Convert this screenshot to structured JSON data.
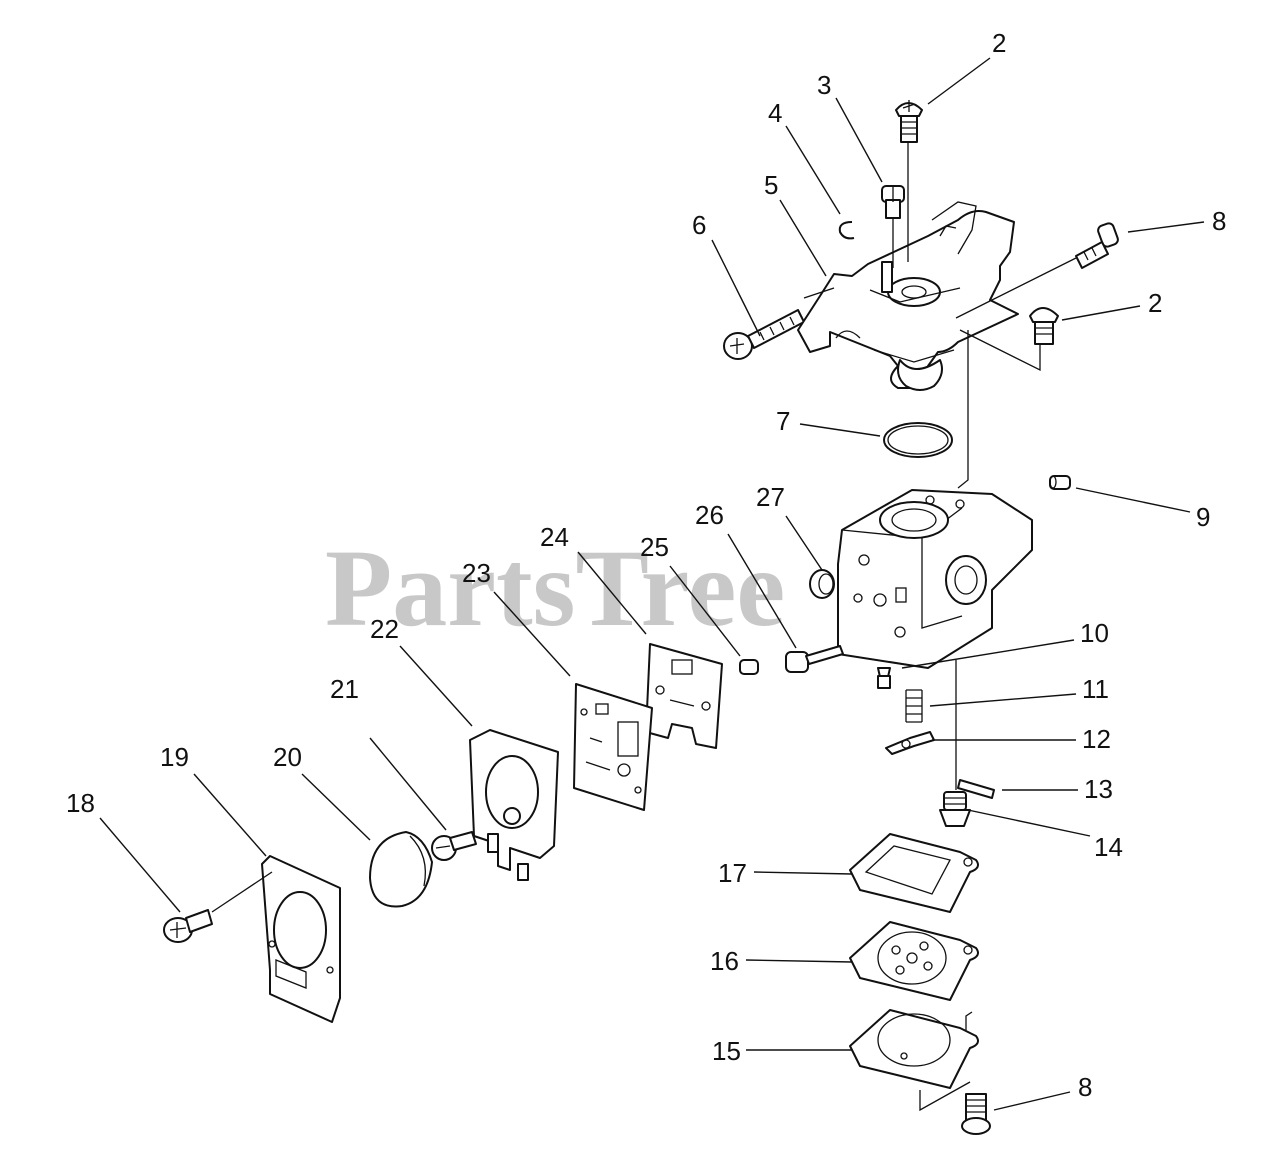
{
  "watermark": {
    "text": "PartsTree",
    "tm": "™"
  },
  "callouts": [
    {
      "id": "c2a",
      "label": "2"
    },
    {
      "id": "c3",
      "label": "3"
    },
    {
      "id": "c4",
      "label": "4"
    },
    {
      "id": "c5",
      "label": "5"
    },
    {
      "id": "c6",
      "label": "6"
    },
    {
      "id": "c8a",
      "label": "8"
    },
    {
      "id": "c2b",
      "label": "2"
    },
    {
      "id": "c7",
      "label": "7"
    },
    {
      "id": "c9",
      "label": "9"
    },
    {
      "id": "c27",
      "label": "27"
    },
    {
      "id": "c26",
      "label": "26"
    },
    {
      "id": "c25",
      "label": "25"
    },
    {
      "id": "c24",
      "label": "24"
    },
    {
      "id": "c23",
      "label": "23"
    },
    {
      "id": "c22",
      "label": "22"
    },
    {
      "id": "c21",
      "label": "21"
    },
    {
      "id": "c20",
      "label": "20"
    },
    {
      "id": "c19",
      "label": "19"
    },
    {
      "id": "c18",
      "label": "18"
    },
    {
      "id": "c10",
      "label": "10"
    },
    {
      "id": "c11",
      "label": "11"
    },
    {
      "id": "c12",
      "label": "12"
    },
    {
      "id": "c13",
      "label": "13"
    },
    {
      "id": "c14",
      "label": "14"
    },
    {
      "id": "c17",
      "label": "17"
    },
    {
      "id": "c16",
      "label": "16"
    },
    {
      "id": "c15",
      "label": "15"
    },
    {
      "id": "c8b",
      "label": "8"
    }
  ]
}
